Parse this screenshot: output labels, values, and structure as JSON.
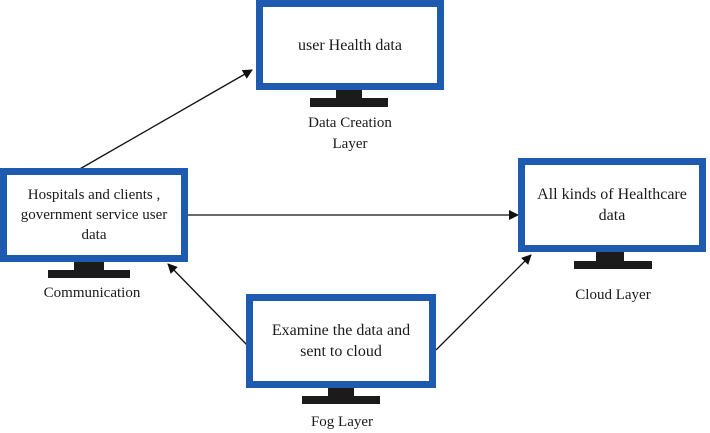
{
  "nodes": {
    "data_creation": {
      "screen_text": "user Health data",
      "caption": "Data Creation Layer"
    },
    "communication": {
      "screen_text": "Hospitals and clients , government service user data",
      "caption": "Communication"
    },
    "cloud": {
      "screen_text": "All kinds of Healthcare data",
      "caption": "Cloud Layer"
    },
    "fog": {
      "screen_text": "Examine the data and sent to cloud",
      "caption": "Fog Layer"
    }
  },
  "colors": {
    "screen_border": "#1e5bb0",
    "stand": "#1b1b1b",
    "arrow": "#111111"
  }
}
